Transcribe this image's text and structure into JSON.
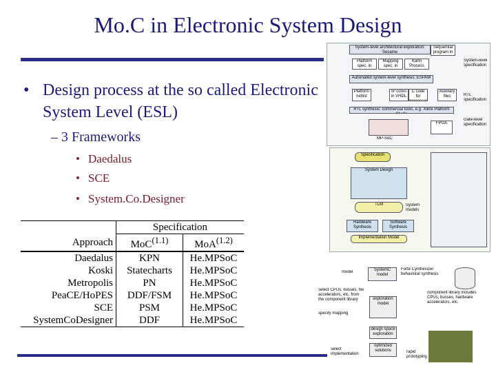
{
  "title": "Mo.C in Electronic System Design",
  "bullet_main": "Design process at the so called Electronic System Level (ESL)",
  "sub_bullet": "3 Frameworks",
  "frameworks": [
    "Daedalus",
    "SCE",
    "System.Co.Designer"
  ],
  "table": {
    "spec_header": "Specification",
    "approach_header": "Approach",
    "moc_header": "MoC",
    "moc_sup": "(1.1)",
    "moa_header": "MoA",
    "moa_sup": "(1.2)",
    "rows": [
      {
        "approach": "Daedalus",
        "moc": "KPN",
        "moa": "He.MPSoC"
      },
      {
        "approach": "Koski",
        "moc": "Statecharts",
        "moa": "He.MPSoC"
      },
      {
        "approach": "Metropolis",
        "moc": "PN",
        "moa": "He.MPSoC"
      },
      {
        "approach": "PeaCE/HoPES",
        "moc": "DDF/FSM",
        "moa": "He.MPSoC"
      },
      {
        "approach": "SCE",
        "moc": "PSM",
        "moa": "He.MPSoC"
      },
      {
        "approach": "SystemCoDesigner",
        "moc": "DDF",
        "moa": "He.MPSoC"
      }
    ]
  },
  "fig1": {
    "explore": "System-level architectural exploration: Sesame",
    "seq": "Sequential program in C",
    "platform_xml": "Platform spec. in XML",
    "mapping_xml": "Mapping spec. in XML",
    "kahn_xml": "Kahn Process Network in XML",
    "auto": "Automated system-level synthesis: ESPAM",
    "netlist": "Platform netlist",
    "ip_vhdl": "IP cores in VHDL",
    "c_code": "C code for processors",
    "aux": "Auxiliary files",
    "rtl_synth": "RTL synthesis: commercial tools, e.g. Xilinx Platform Studio",
    "mp": "MP-SoC",
    "fpga": "FPGA",
    "right1": "System-level specification",
    "right2": "RTL specification",
    "right3": "Gate-level specification"
  },
  "fig2": {
    "spec": "Specification",
    "sysdesign": "System Design",
    "tlm": "TLM",
    "hw": "Hardware Synthesis",
    "sw": "Software Synthesis",
    "impl": "Implementation Model",
    "sysmodels": "System models"
  },
  "fig3": {
    "model": "model",
    "sysc": "SystemC model",
    "forte": "Forte Cynthesizer behavioral synthesis",
    "select": "select CPUs, busses, hw accelerators, etc. from the component library",
    "specify": "specify mapping",
    "explmodel": "exploration model",
    "dse": "design space exploration",
    "opt": "optimized solutions",
    "selectsol": "select implementation",
    "rapid": "rapid prototyping",
    "lib": "component library includes CPUs, busses, hardware accelerators, etc."
  }
}
